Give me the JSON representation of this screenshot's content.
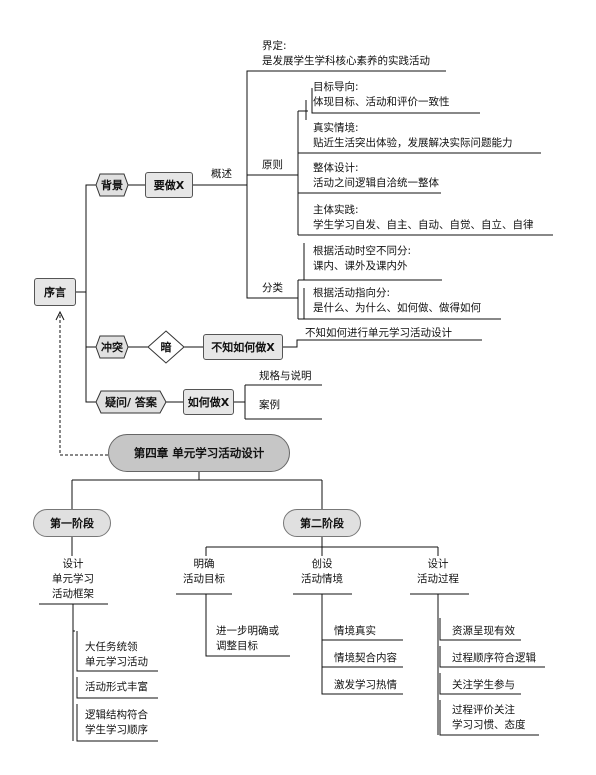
{
  "root": "序言",
  "background": {
    "label": "背景",
    "need": "要做X",
    "overview": "概述",
    "definition": "界定:\n是发展学生学科核心素养的实践活动",
    "principles_label": "原则",
    "principles": [
      "目标导向:\n体现目标、活动和评价一致性",
      "真实情境:\n贴近生活突出体验，发展解决实际问题能力",
      "整体设计:\n活动之间逻辑自洽统一整体",
      "主体实践:\n学生学习自发、自主、自动、自觉、自立、自律"
    ],
    "category_label": "分类",
    "categories": [
      "根据活动时空不同分:\n课内、课外及课内外",
      "根据活动指向分:\n是什么、为什么、如何做、做得如何"
    ]
  },
  "conflict": {
    "label": "冲突",
    "hint": "暗",
    "unknown": "不知如何做X",
    "detail": "不知如何进行单元学习活动设计"
  },
  "question": {
    "label": "疑问/ 答案",
    "how": "如何做X",
    "items": [
      "规格与说明",
      "案例"
    ]
  },
  "chapter": "第四章  单元学习活动设计",
  "stage1": {
    "label": "第一阶段",
    "design": "设计\n单元学习\n活动框架",
    "items": [
      "大任务统领\n单元学习活动",
      "活动形式丰富",
      "逻辑结构符合\n学生学习顺序"
    ]
  },
  "stage2": {
    "label": "第二阶段",
    "goal": "明确\n活动目标",
    "goal_items": [
      "进一步明确或\n调整目标"
    ],
    "scene": "创设\n活动情境",
    "scene_items": [
      "情境真实",
      "情境契合内容",
      "激发学习热情"
    ],
    "process": "设计\n活动过程",
    "process_items": [
      "资源呈现有效",
      "过程顺序符合逻辑",
      "关注学生参与",
      "过程评价关注\n学习习惯、态度"
    ]
  }
}
